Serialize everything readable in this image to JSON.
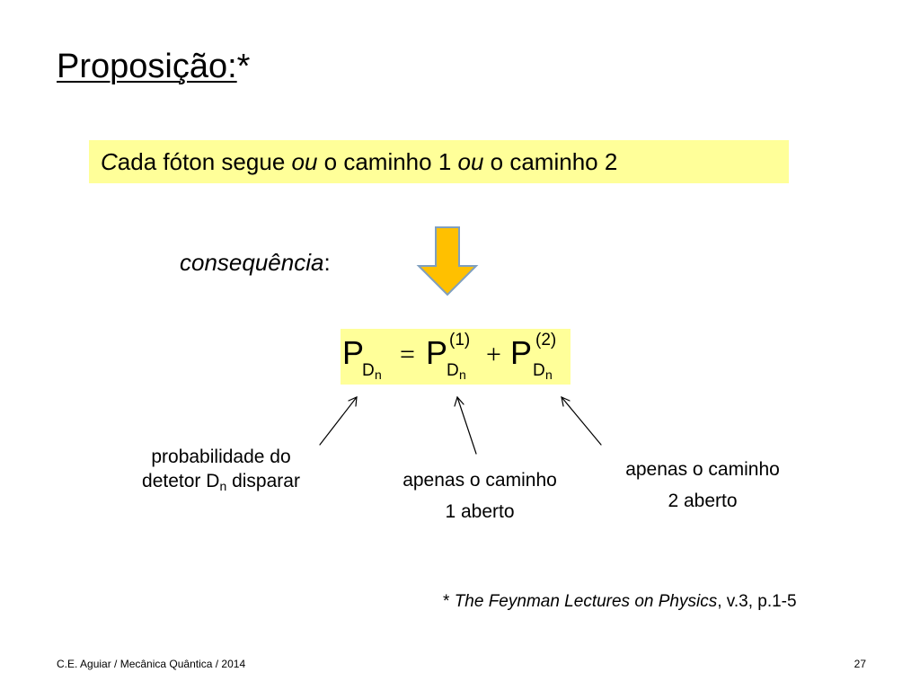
{
  "slide": {
    "title": "Proposição:",
    "title_mark": "*",
    "statement": {
      "initial": "C",
      "part1": "ada fóton segue ",
      "ou_1": "ou",
      "part2": " o caminho 1 ",
      "ou_2": "ou",
      "part3": " o caminho 2"
    },
    "consequence": {
      "word": "consequência",
      "colon": ":"
    },
    "formula": {
      "P": "P",
      "D": "D",
      "n": "n",
      "equals": "=",
      "plus": "+",
      "sup_1": "(1)",
      "sup_2": "(2)"
    },
    "labels": {
      "probability_line1": "probabilidade do",
      "probability_line2_a": "detetor D",
      "probability_line2_sub": "n",
      "probability_line2_b": " disparar",
      "path1_line1": "apenas o caminho",
      "path1_line2": "1 aberto",
      "path2_line1": "apenas o caminho",
      "path2_line2": "2 aberto"
    },
    "reference": {
      "star": "* ",
      "work": "The Feynman Lectures on Physics",
      "detail": ", v.3, p.1-5"
    },
    "footer": {
      "left": "C.E. Aguiar / Mecânica Quântica / 2014",
      "page_number": "27"
    },
    "colors": {
      "highlight": "#ffff99",
      "arrow_fill": "#ffc000",
      "arrow_stroke": "#7f9fbf",
      "text": "#000000"
    }
  }
}
